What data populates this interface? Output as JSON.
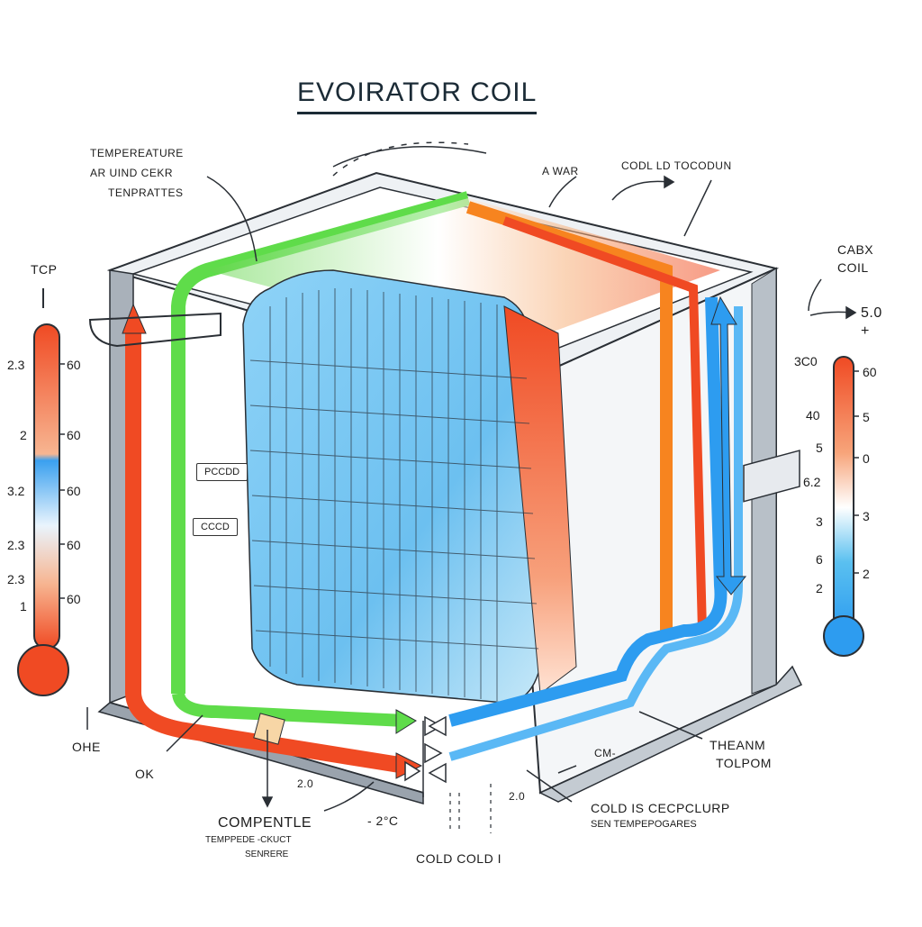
{
  "title": "EVOIRATOR COIL",
  "labels": {
    "temperature_1": "TEMPEREATURE",
    "temperature_2": "AR UIND CEKR",
    "temperature_3": "TENPRATTES",
    "a_war": "A WAR",
    "cold_to": "CODL LD TOCODUN",
    "cabx": "CABX",
    "coil_r": "COIL",
    "five": "5.0",
    "plus": "+",
    "tcp": "TCP",
    "ohe": "OHE",
    "ok": "OK",
    "two_a": "2.0",
    "two_b": "2.0",
    "cm": "CM-",
    "compentle": "COMPENTLE",
    "temp_small": "TEMPPEDE -CKUCT",
    "sensor": "SENRERE",
    "minus_two": "- 2°C",
    "cold_cold": "COLD  COLD I",
    "theanm": "THEANM",
    "tolpom": "TOLPOM",
    "cold_is_1": "COLD IS CECPCLURP",
    "cold_is_2": "SEN TEMPEPOGARES",
    "tag_1": "PCCDD",
    "tag_2": "CCCD"
  },
  "left_scale": {
    "outer": [
      "2.3",
      "2",
      "3.2",
      "2.3",
      "2.3",
      "1"
    ],
    "inner": [
      "60",
      "60",
      "60",
      "60",
      "60"
    ]
  },
  "right_scale": {
    "top": "3C0",
    "outer": [
      "40",
      "5",
      "6.2",
      "3",
      "6",
      "2"
    ],
    "inner": [
      "60",
      "5",
      "0",
      "3",
      "2"
    ]
  },
  "colors": {
    "warm": "#f04a23",
    "orange": "#f7841f",
    "cool": "#2d9cf0",
    "green": "#5fdc4a",
    "frame": "#9aa3ad",
    "ink": "#2a2f35"
  }
}
